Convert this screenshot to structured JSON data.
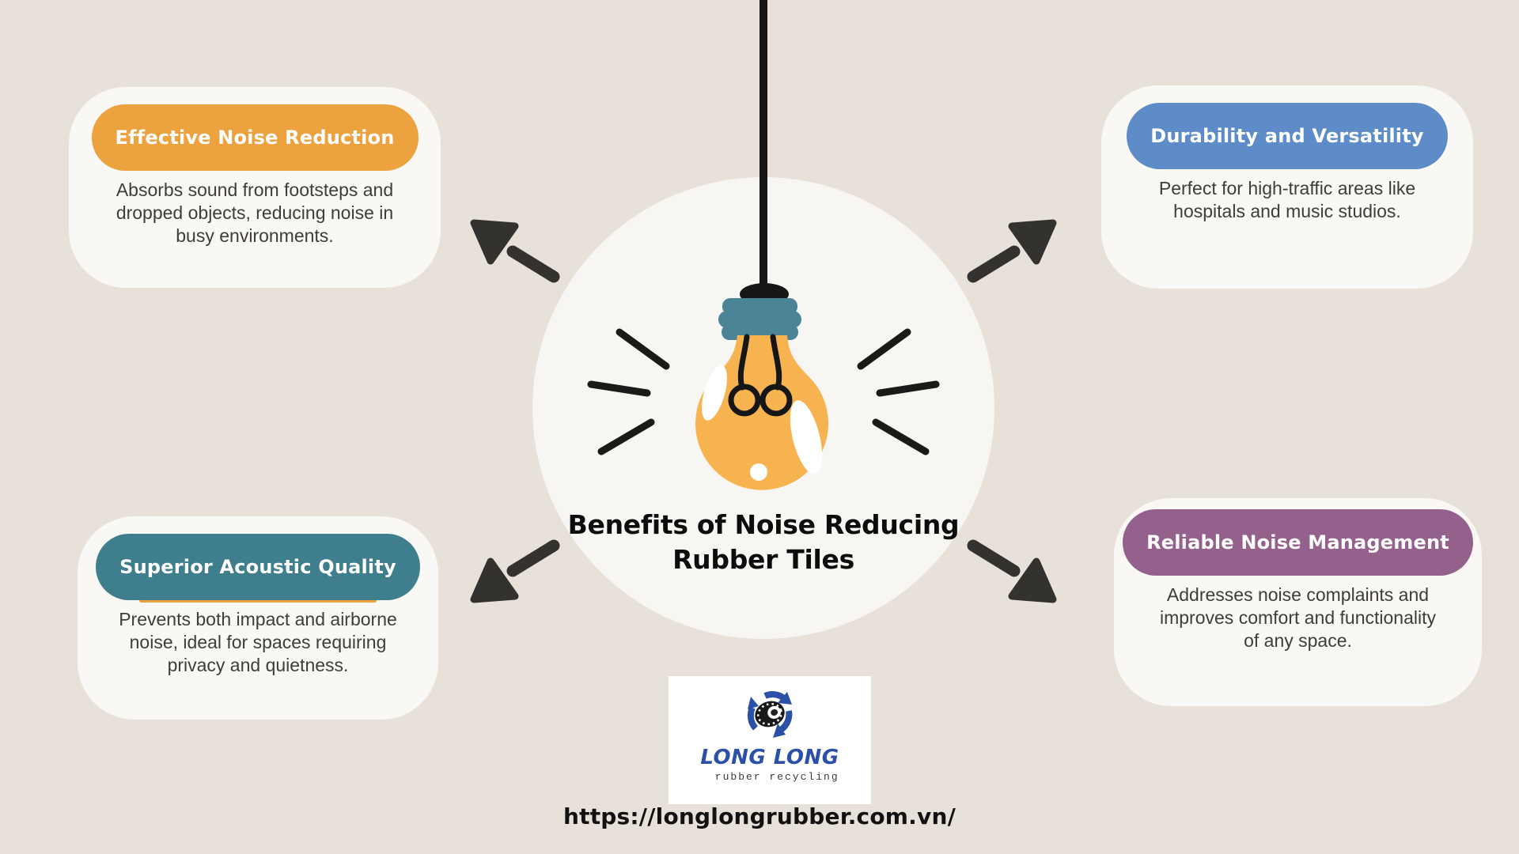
{
  "page": {
    "background": "#E7E1D9",
    "card_background": "#FAF8F4"
  },
  "center": {
    "title": "Benefits of Noise Reducing\nRubber Tiles"
  },
  "illustration": {
    "circle_color": "#F8F6F2",
    "arrow_color": "#34322F",
    "ink_color": "#1B1A18",
    "bulb": {
      "glass_color": "#F7B34F",
      "socket_color": "#4A8496",
      "cord_color": "#161616",
      "highlight_color": "#FFFFFF"
    }
  },
  "cards": [
    {
      "id": "effective-noise-reduction",
      "title": "Effective Noise Reduction",
      "body": "Absorbs sound from footsteps and\ndropped objects, reducing noise in\nbusy environments.",
      "pill_color": "#ECA23E"
    },
    {
      "id": "durability-and-versatility",
      "title": "Durability and Versatility",
      "body": "Perfect for high-traffic areas like\nhospitals and music studios.",
      "pill_color": "#5E8CC9"
    },
    {
      "id": "superior-acoustic-quality",
      "title": "Superior Acoustic Quality",
      "body": "Prevents both impact and airborne\nnoise, ideal for spaces requiring\nprivacy and quietness.",
      "pill_color": "#3E7E8D",
      "accent_underline": "#E8A33D"
    },
    {
      "id": "reliable-noise-management",
      "title": "Reliable Noise Management",
      "body": "Addresses noise complaints and\nimproves comfort and functionality\nof any space.",
      "pill_color": "#94618C"
    }
  ],
  "footer": {
    "logo": {
      "icon": "recycle-tire-icon",
      "brand": "LONG LONG",
      "tagline": "rubber recycling",
      "brand_color": "#2B50A8",
      "tire_color": "#191919"
    },
    "url": "https://longlongrubber.com.vn/"
  }
}
